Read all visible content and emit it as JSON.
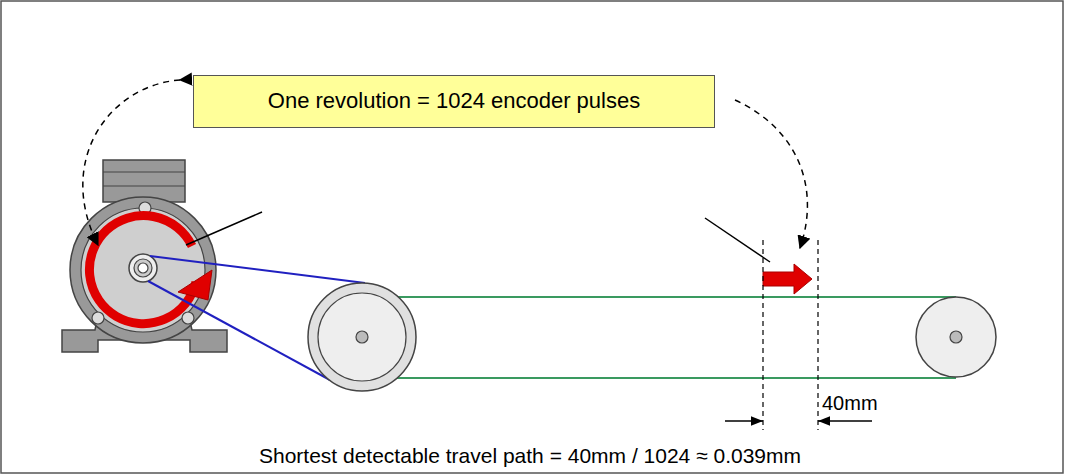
{
  "diagram": {
    "caption": "Shortest detectable travel path = 40mm / 1024 ≈ 0.039mm",
    "nodes": [
      {
        "text": [
          "One revolution = 1024 encoder pulses"
        ]
      }
    ],
    "labels": [
      "40mm"
    ]
  }
}
